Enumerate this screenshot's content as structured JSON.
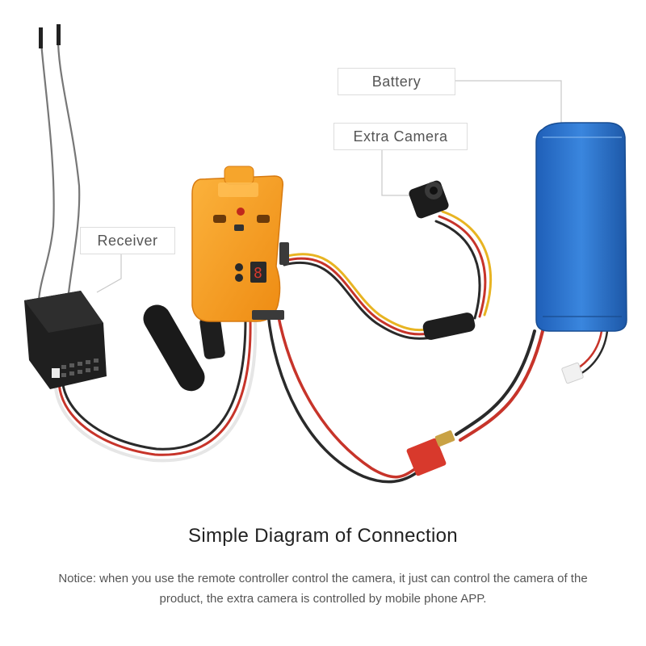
{
  "labels": {
    "battery": "Battery",
    "extra_camera": "Extra Camera",
    "receiver": "Receiver"
  },
  "caption": {
    "title": "Simple Diagram of Connection",
    "notice": "Notice: when you use the remote controller control the camera, it just can control the camera of the product, the extra camera is controlled by mobile phone APP."
  },
  "colors": {
    "module_orange": "#f39a1e",
    "battery_blue": "#2a70c8",
    "receiver_black": "#1f1f1f",
    "wire_red": "#c7342a",
    "wire_black": "#2a2a2a",
    "wire_yellow": "#e8b422",
    "connector_red": "#d8392c",
    "callout_border": "#dddddd"
  },
  "icons": {
    "module": "camera-module",
    "battery": "lipo-battery",
    "receiver": "rc-receiver",
    "extra_camera": "mini-camera",
    "antenna": "antenna",
    "plug": "t-plug-connector"
  }
}
